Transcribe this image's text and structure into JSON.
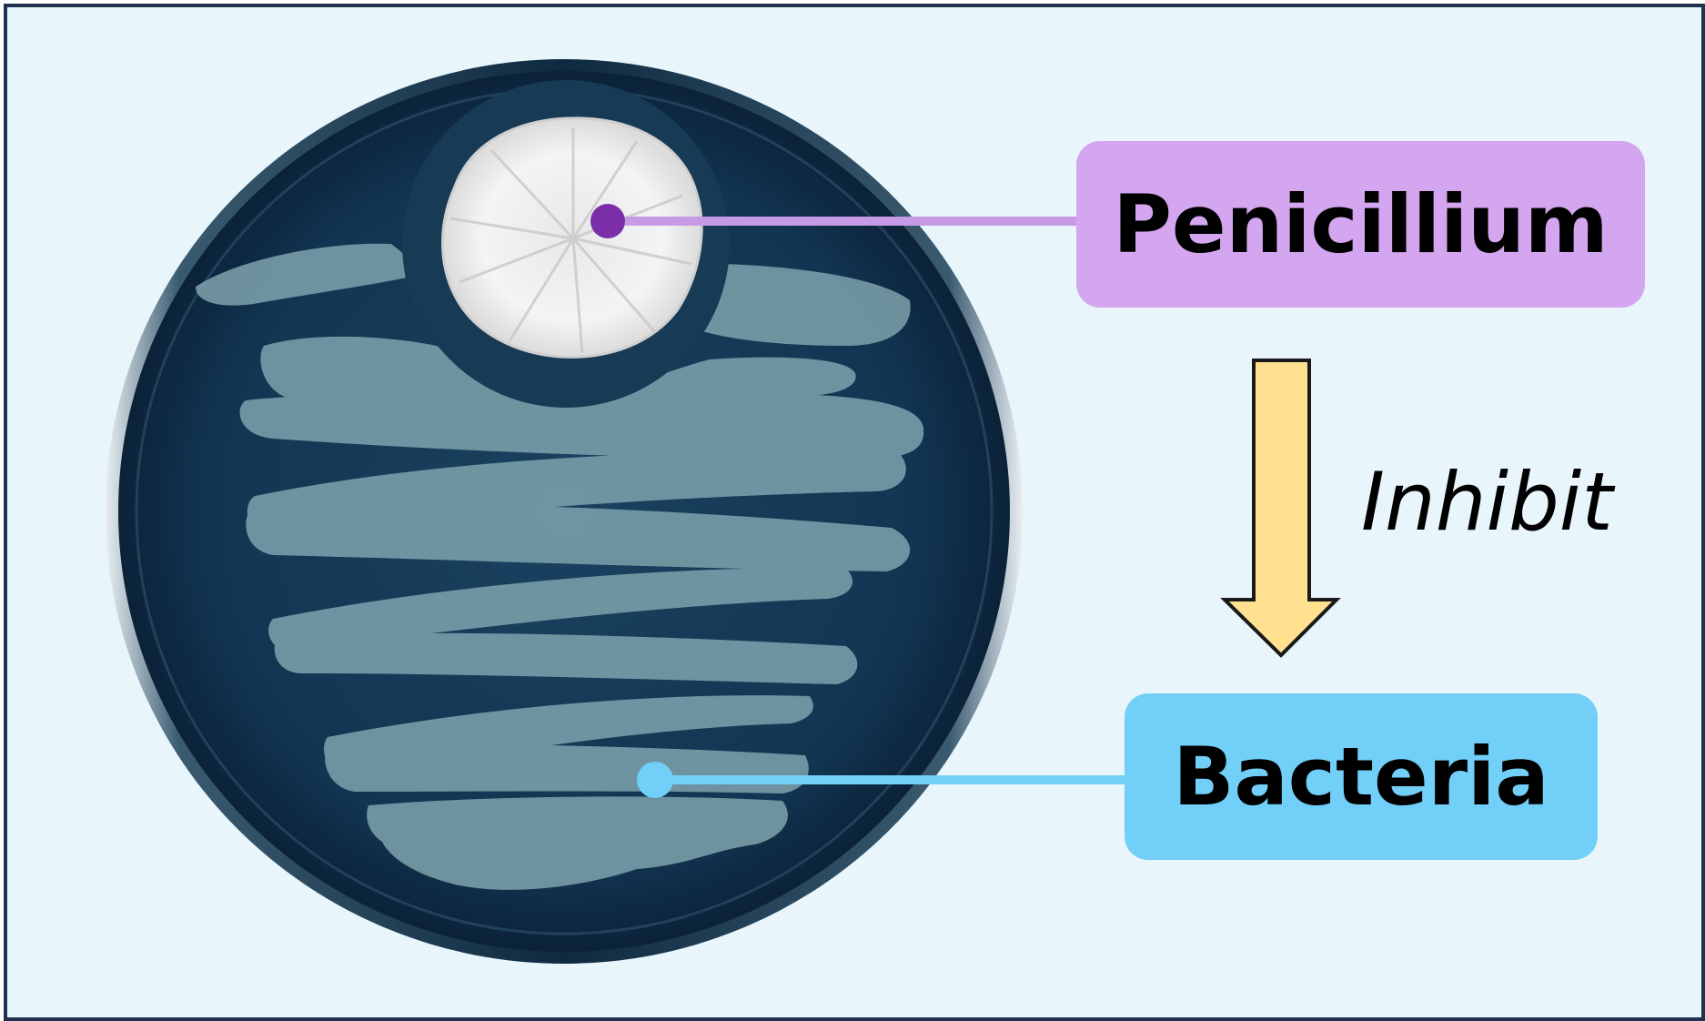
{
  "labels": {
    "penicillium": "Penicillium",
    "bacteria": "Bacteria",
    "relation": "Inhibit"
  },
  "colors": {
    "background": "#e8f5fb",
    "border": "#1f3350",
    "penicillium_box": "#d4a6f0",
    "penicillium_line": "#c79ae6",
    "penicillium_dot": "#7a2fa8",
    "bacteria_box": "#72cff8",
    "bacteria_line": "#72cff8",
    "arrow_fill": "#ffe18f",
    "arrow_stroke": "#1a1a1a",
    "dish_dark": "#0f2b44",
    "dish_agar": "#163a55",
    "streak": "#7fa3ad",
    "colony": "#f2f2f2"
  },
  "icons": {
    "dish": "petri-dish-photo",
    "arrow": "down-arrow"
  }
}
